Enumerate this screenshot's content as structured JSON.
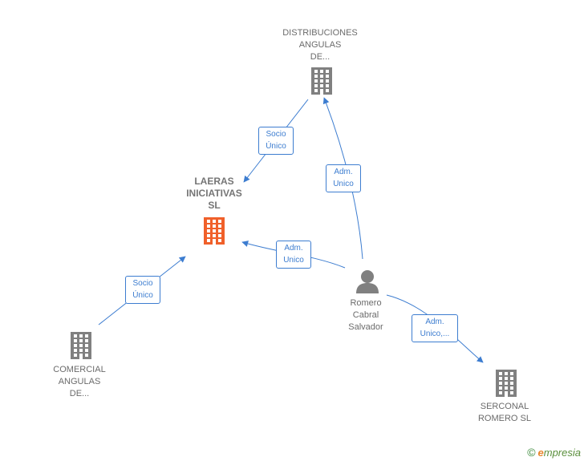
{
  "nodes": {
    "distribuciones": {
      "label": "DISTRIBUCIONES\nANGULAS\nDE...",
      "type": "company"
    },
    "laeras": {
      "label": "LAERAS\nINICIATIVAS\nSL",
      "type": "company-main"
    },
    "comercial": {
      "label": "COMERCIAL\nANGULAS\nDE...",
      "type": "company"
    },
    "romero": {
      "label": "Romero\nCabral\nSalvador",
      "type": "person"
    },
    "serconal": {
      "label": "SERCONAL\nROMERO  SL",
      "type": "company"
    }
  },
  "edges": {
    "dist_to_laeras": {
      "label": "Socio\nÚnico"
    },
    "romero_to_dist": {
      "label": "Adm.\nUnico"
    },
    "romero_to_laeras": {
      "label": "Adm.\nUnico"
    },
    "comercial_to_laeras": {
      "label": "Socio\nÚnico"
    },
    "romero_to_serconal": {
      "label": "Adm.\nUnico,..."
    }
  },
  "colors": {
    "edge": "#3d7dd0",
    "company_icon": "#808080",
    "main_company_icon": "#f0602a",
    "person_icon": "#808080"
  },
  "watermark": {
    "copyright": "©",
    "brand_initial": "e",
    "brand_rest": "mpresia"
  }
}
